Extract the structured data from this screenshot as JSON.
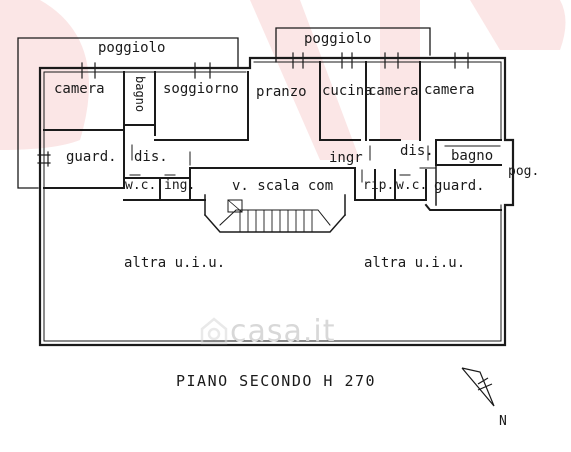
{
  "colors": {
    "line": "#1a1a1a",
    "logo": "#fbe6e6",
    "watermark": "#d8d8d8"
  },
  "rooms": {
    "poggiolo_left": "poggiolo",
    "poggiolo_right": "poggiolo",
    "camera_1": "camera",
    "bagno_1": "bagno",
    "soggiorno": "soggiorno",
    "pranzo": "pranzo",
    "cucina": "cucina",
    "camera_2": "camera",
    "camera_3": "camera",
    "guard_1": "guard.",
    "dis_1": "dis.",
    "wc_1": "w.c.",
    "ing": "ing.",
    "scala": "v. scala com",
    "ingr": "ingr",
    "dis_2": "dis.",
    "bagno_2": "bagno",
    "pog": "pog.",
    "rip": "rip.",
    "wc_2": "w.c.",
    "guard_2": "guard.",
    "altra_left": "altra u.i.u.",
    "altra_right": "altra u.i.u."
  },
  "title": "PIANO SECONDO   H 270",
  "north": "N",
  "watermark": "casa.it",
  "icons": {
    "north_arrow": "north-arrow-icon",
    "logo": "agency-logo-icon",
    "watermark": "casa-logo-icon"
  }
}
